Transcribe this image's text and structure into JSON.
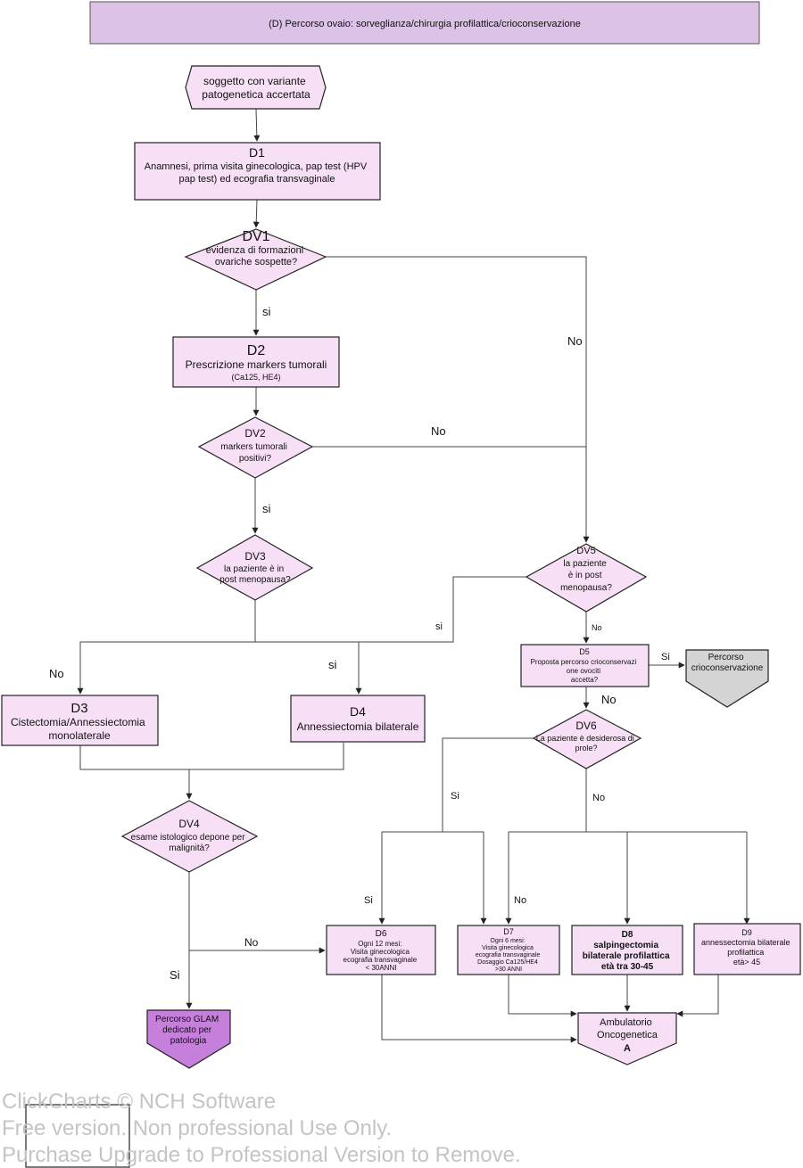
{
  "title": "(D) Percorso ovaio: sorveglianza/chirurgia profilattica/crioconservazione",
  "nodes": {
    "start": {
      "lines": [
        "soggetto con  variante",
        "patogenetica  accertata"
      ]
    },
    "d1": {
      "id": "D1",
      "lines": [
        "Anamnesi, prima visita ginecologica, pap test (HPV",
        "pap test) ed ecografia transvaginale"
      ]
    },
    "dv1": {
      "id": "DV1",
      "lines": [
        "evidenza di formazioni",
        "ovariche  sospette?"
      ]
    },
    "d2": {
      "id": "D2",
      "lines": [
        "Prescrizione markers tumorali",
        "(Ca125, HE4)"
      ]
    },
    "dv2": {
      "id": "DV2",
      "lines": [
        "markers tumorali",
        "positivi?"
      ]
    },
    "dv3": {
      "id": "DV3",
      "lines": [
        "la paziente è in",
        "post menopausa?"
      ]
    },
    "d3": {
      "id": "D3",
      "lines": [
        "Cistectomia/Annessiectomia",
        "monolaterale"
      ]
    },
    "d4": {
      "id": "D4",
      "lines": [
        "Annessiectomia bilaterale"
      ]
    },
    "dv4": {
      "id": "DV4",
      "lines": [
        "esame istologico depone per",
        "malignità?"
      ]
    },
    "glam": {
      "lines": [
        "Percorso  GLAM",
        "dedicato per",
        "patologia"
      ]
    },
    "dv5": {
      "id": "DV5",
      "lines": [
        "la paziente",
        "è in post",
        "menopausa?"
      ]
    },
    "d5": {
      "id": "D5",
      "lines": [
        "Proposta percorso crioconservazi",
        "one ovociti",
        "accetta?"
      ]
    },
    "crio": {
      "lines": [
        "Percorso",
        "crioconservazione"
      ]
    },
    "dv6": {
      "id": "DV6",
      "lines": [
        "La paziente è desiderosa di",
        "prole?"
      ]
    },
    "d6": {
      "id": "D6",
      "lines": [
        "Ogni 12 mesi:",
        "Visita ginecologica",
        "ecografia transvaginale",
        "< 30ANNI"
      ]
    },
    "d7": {
      "id": "D7",
      "lines": [
        "Ogni 6 mesi:",
        "Visita ginecologica",
        "ecografia transvaginale",
        "Dosaggio Ca125/HE4",
        ">30 ANNI"
      ]
    },
    "d8": {
      "id": "D8",
      "lines": [
        "salpingectomia",
        "bilaterale profilattica",
        "età tra 30-45"
      ]
    },
    "d9": {
      "id": "D9",
      "lines": [
        "annessectomia bilaterale",
        "profilattica",
        "età> 45"
      ]
    },
    "amb": {
      "lines": [
        "Ambulatorio",
        "Oncogenetica",
        "A"
      ]
    }
  },
  "edge_labels": {
    "dv1_si": "si",
    "dv1_no": "No",
    "dv2_no": "No",
    "dv2_si": "si",
    "dv3_no": "No",
    "dv3_si": "si",
    "dv5_si": "si",
    "dv5_no": "No",
    "d5_si": "Si",
    "d5_no": "No",
    "dv6_si": "Si",
    "dv6_no": "No",
    "left_si": "Si",
    "left_no": "No",
    "dv4_no": "No",
    "dv4_si": "Si"
  },
  "watermark": {
    "line1": "ClickCharts © NCH Software",
    "line2": "Free version. Non professional Use Only.",
    "line3": "Purchase Upgrade to Professional Version to Remove."
  },
  "colors": {
    "node_fill": "#f7dff5",
    "title_fill": "#dcc2e6",
    "glam_fill": "#c77fdc",
    "crio_fill": "#d4d4d4"
  }
}
